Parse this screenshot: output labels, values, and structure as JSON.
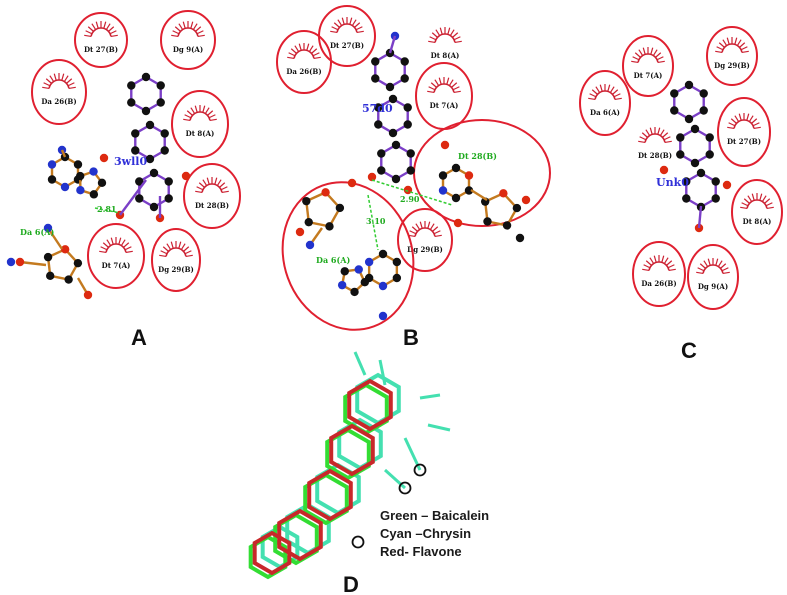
{
  "panels": {
    "A": {
      "letter": "A",
      "ligand": "3wll0",
      "hbond_residue": "Da 6(A)",
      "hbond_dist": "2.81",
      "residues": [
        "Dt 27(B)",
        "Dg 9(A)",
        "Da 26(B)",
        "Dt 8(A)",
        "Dt 28(B)",
        "Dt 7(A)",
        "Dg 29(B)"
      ]
    },
    "B": {
      "letter": "B",
      "ligand": "57d0",
      "hbond_residues": [
        "Dt 28(B)",
        "Da 6(A)"
      ],
      "hbond_dists": [
        "2.90",
        "3.10"
      ],
      "residues": [
        "Dt 27(B)",
        "Dt 8(A)",
        "Da 26(B)",
        "Dt 7(A)",
        "Dg 29(B)"
      ]
    },
    "C": {
      "letter": "C",
      "ligand": "Unk0",
      "residues": [
        "Dt 7(A)",
        "Dg 29(B)",
        "Da 6(A)",
        "Dt 27(B)",
        "Dt 28(B)",
        "Dt 8(A)",
        "Da 26(B)",
        "Dg 9(A)"
      ]
    },
    "D": {
      "letter": "D",
      "legend": [
        "Green – Baicalein",
        "Cyan –Chrysin",
        "Red- Flavone"
      ],
      "colors": {
        "baicalein": "#33dd33",
        "chrysin": "#44e0b0",
        "flavone": "#c8282a"
      }
    }
  },
  "colors": {
    "circle": "#e02030",
    "hydrophobic": "#cc2233",
    "carbon": "#111111",
    "oxygen": "#dd2a10",
    "nitrogen": "#2233cc",
    "bond": "#c47a1f",
    "ligand_bond": "#7b3fc7",
    "hbond": "#33cc33"
  }
}
